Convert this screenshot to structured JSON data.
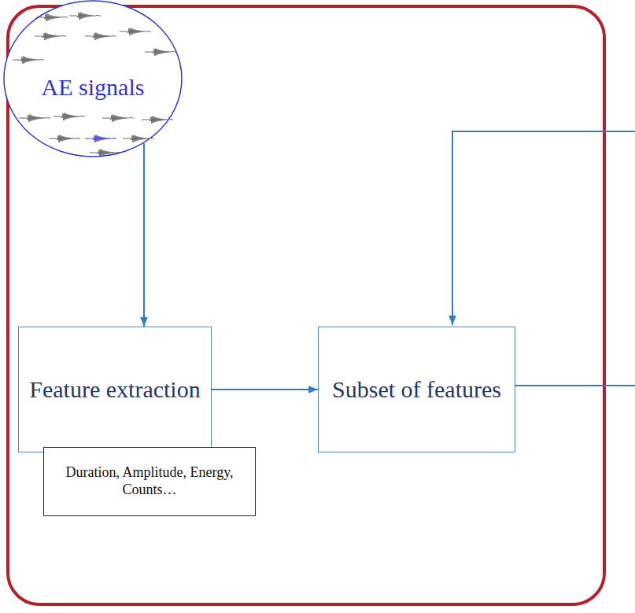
{
  "diagram": {
    "nodes": [
      {
        "text": [
          "AE signals"
        ]
      },
      {
        "text": [
          "Feature extraction"
        ]
      },
      {
        "text": [
          "Duration, Amplitude, Energy, Counts…"
        ]
      },
      {
        "text": [
          "Subset of features"
        ]
      }
    ],
    "edges": [
      {
        "from": 0,
        "to": 1,
        "arrow": "to"
      },
      {
        "from": 1,
        "to": 3,
        "arrow": "to"
      }
    ]
  }
}
